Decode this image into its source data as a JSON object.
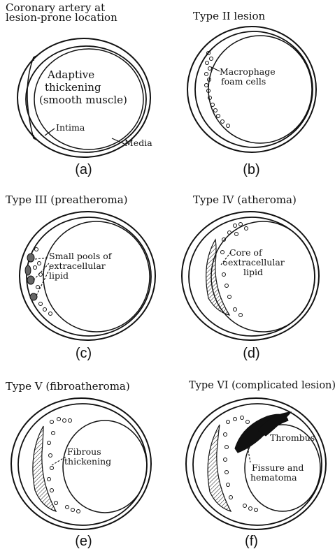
{
  "panels": {
    "a": {
      "title_line1": "Coronary artery at",
      "title_line2": "lesion-prone location",
      "labels": [
        "Adaptive",
        "thickening",
        "(smooth muscle)",
        "Intima",
        "Media"
      ],
      "caption": "(a)"
    },
    "b": {
      "title": "Type II lesion",
      "labels": [
        "Macrophage",
        "foam cells"
      ],
      "caption": "(b)"
    },
    "c": {
      "title": "Type III (preatheroma)",
      "labels": [
        "Small pools of",
        "extracellular",
        "lipid"
      ],
      "caption": "(c)"
    },
    "d": {
      "title": "Type IV (atheroma)",
      "labels": [
        "Core of",
        "extracellular",
        "lipid"
      ],
      "caption": "(d)"
    },
    "e": {
      "title": "Type V (fibroatheroma)",
      "labels": [
        "Fibrous",
        "thickening"
      ],
      "caption": "(e)"
    },
    "f": {
      "title": "Type VI (complicated lesion)",
      "labels": [
        "Thrombus",
        "Fissure and",
        "hematoma"
      ],
      "caption": "(f)"
    }
  }
}
